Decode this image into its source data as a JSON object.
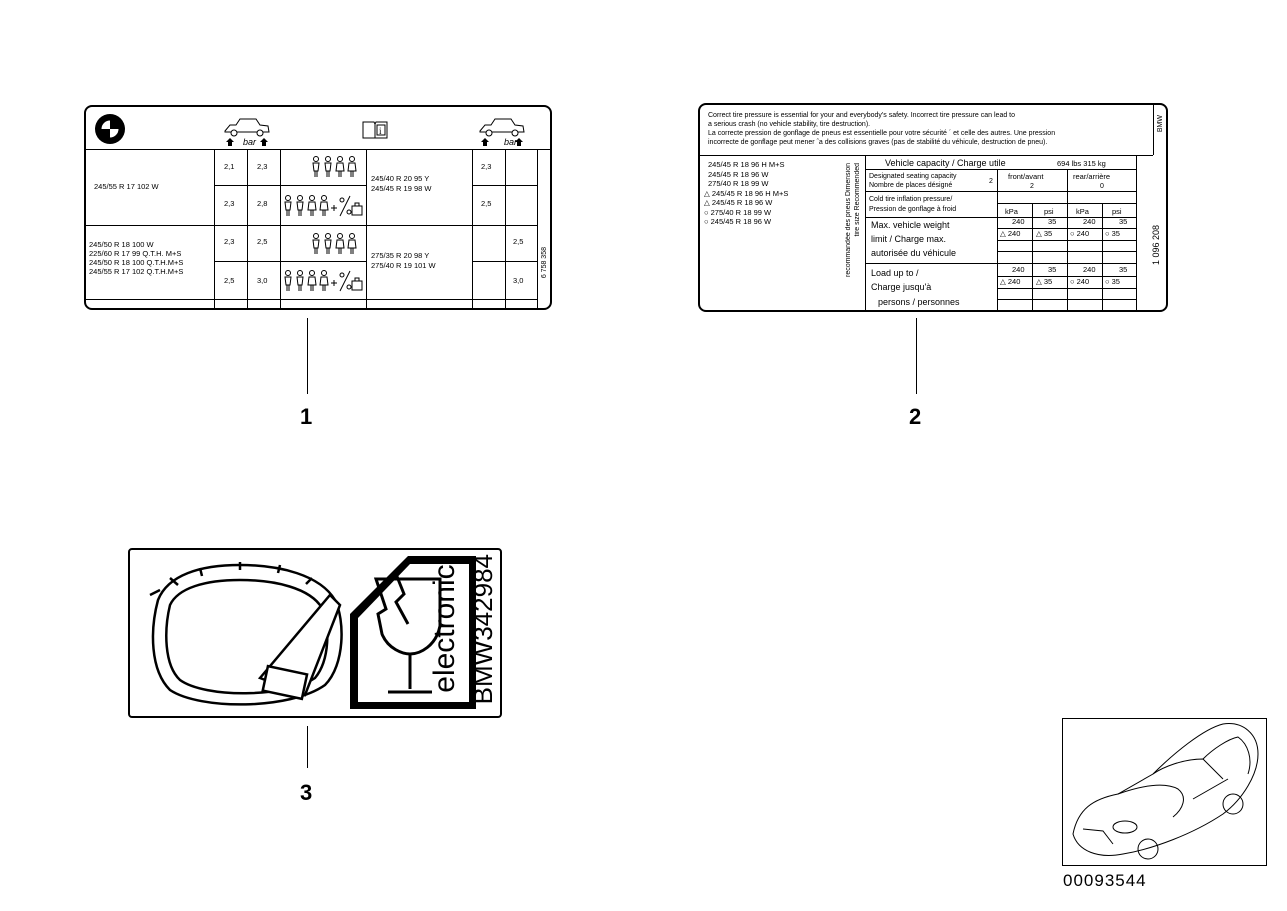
{
  "label1": {
    "unit": "bar",
    "rows_left": [
      {
        "tires": [
          "245/55 R  17 102 W"
        ],
        "p": [
          [
            "2,1",
            "2,3"
          ],
          [
            "2,3",
            "2,8"
          ]
        ]
      },
      {
        "tires": [
          "245/50 R 18 100 W",
          "225/60 R 17 99 Q.T.H. M+S",
          "245/50 R 18 100 Q.T.H.M+S",
          "245/55 R 17 102 Q.T.H.M+S"
        ],
        "p": [
          [
            "2,3",
            "2,5"
          ],
          [
            "2,5",
            "3,0"
          ]
        ]
      }
    ],
    "rows_right": [
      {
        "tires": [
          "245/40 R 20 95 Y",
          "245/45 R 19 98 W"
        ],
        "p": [
          "2,3",
          "2,5"
        ]
      },
      {
        "tires": [
          "275/35 R 20 98 Y",
          "275/40 R 19 101 W"
        ],
        "p": [
          "2,5",
          "3,0"
        ]
      }
    ],
    "part_number": "6 758 358"
  },
  "label2": {
    "warning": [
      "Correct tire pressure is essential for your and everybody's safety.    Incorrect tire pressure can lead to",
      "a serious crash (no vehicle stability, tire destruction).",
      "La correcte pression de gonflage de pneus est essentielle pour votre sécurité  ´ et celle des autres. Une pression",
      "incorrecte de gonflage peut mener ˆa des collisions graves (pas de stabilité du       véhicule, destruction de pneu)."
    ],
    "brand": "BMW",
    "tires": [
      {
        "mark": "",
        "text": "245/45 R 18 96 H M+S"
      },
      {
        "mark": "",
        "text": "245/45 R 18 96 W"
      },
      {
        "mark": "",
        "text": "275/40 R 18 99 W"
      },
      {
        "mark": "△",
        "text": "245/45 R 18 96 H M+S"
      },
      {
        "mark": "△",
        "text": "245/45 R 18 96 W"
      },
      {
        "mark": "○",
        "text": "275/40 R 18 99 W"
      },
      {
        "mark": "○",
        "text": "245/45 R 18 96 W"
      }
    ],
    "recommended_text": "recommandée des pneus Dimension",
    "recommended_text2": "tire size Recommended",
    "capacity_label": "Vehicle capacity / Charge utile",
    "capacity_value": "694  lbs  315  kg",
    "seating_label_1": "Designated seating capacity",
    "seating_label_2": "Nombre de places désigné",
    "seating_value": "2",
    "front_label": "front/avant",
    "front_seats": "2",
    "rear_label": "rear/arrière",
    "rear_seats": "0",
    "cold_label_1": "Cold tire inflation pressure/",
    "cold_label_2": "Pression de gonflage à froid",
    "units": [
      "kPa",
      "psi",
      "kPa",
      "psi"
    ],
    "max_label": [
      "Max. vehicle weight",
      "limit / Charge  max.",
      "autorisée du véhicule"
    ],
    "max_rows": [
      [
        "240",
        "35",
        "240",
        "35"
      ],
      [
        "△ 240",
        "△  35",
        "○ 240",
        "○  35"
      ]
    ],
    "load_label": [
      "Load up to /",
      "Charge jusqu'à",
      "persons / personnes"
    ],
    "load_rows": [
      [
        "240",
        "35",
        "240",
        "35"
      ],
      [
        "△ 240",
        "△  35",
        "○ 240",
        "○  35"
      ]
    ],
    "part_number": "1 096 208"
  },
  "label3": {
    "word": "electronic!",
    "code": "BMW342984"
  },
  "callouts": [
    "1",
    "2",
    "3"
  ],
  "diagram_number": "00093544"
}
